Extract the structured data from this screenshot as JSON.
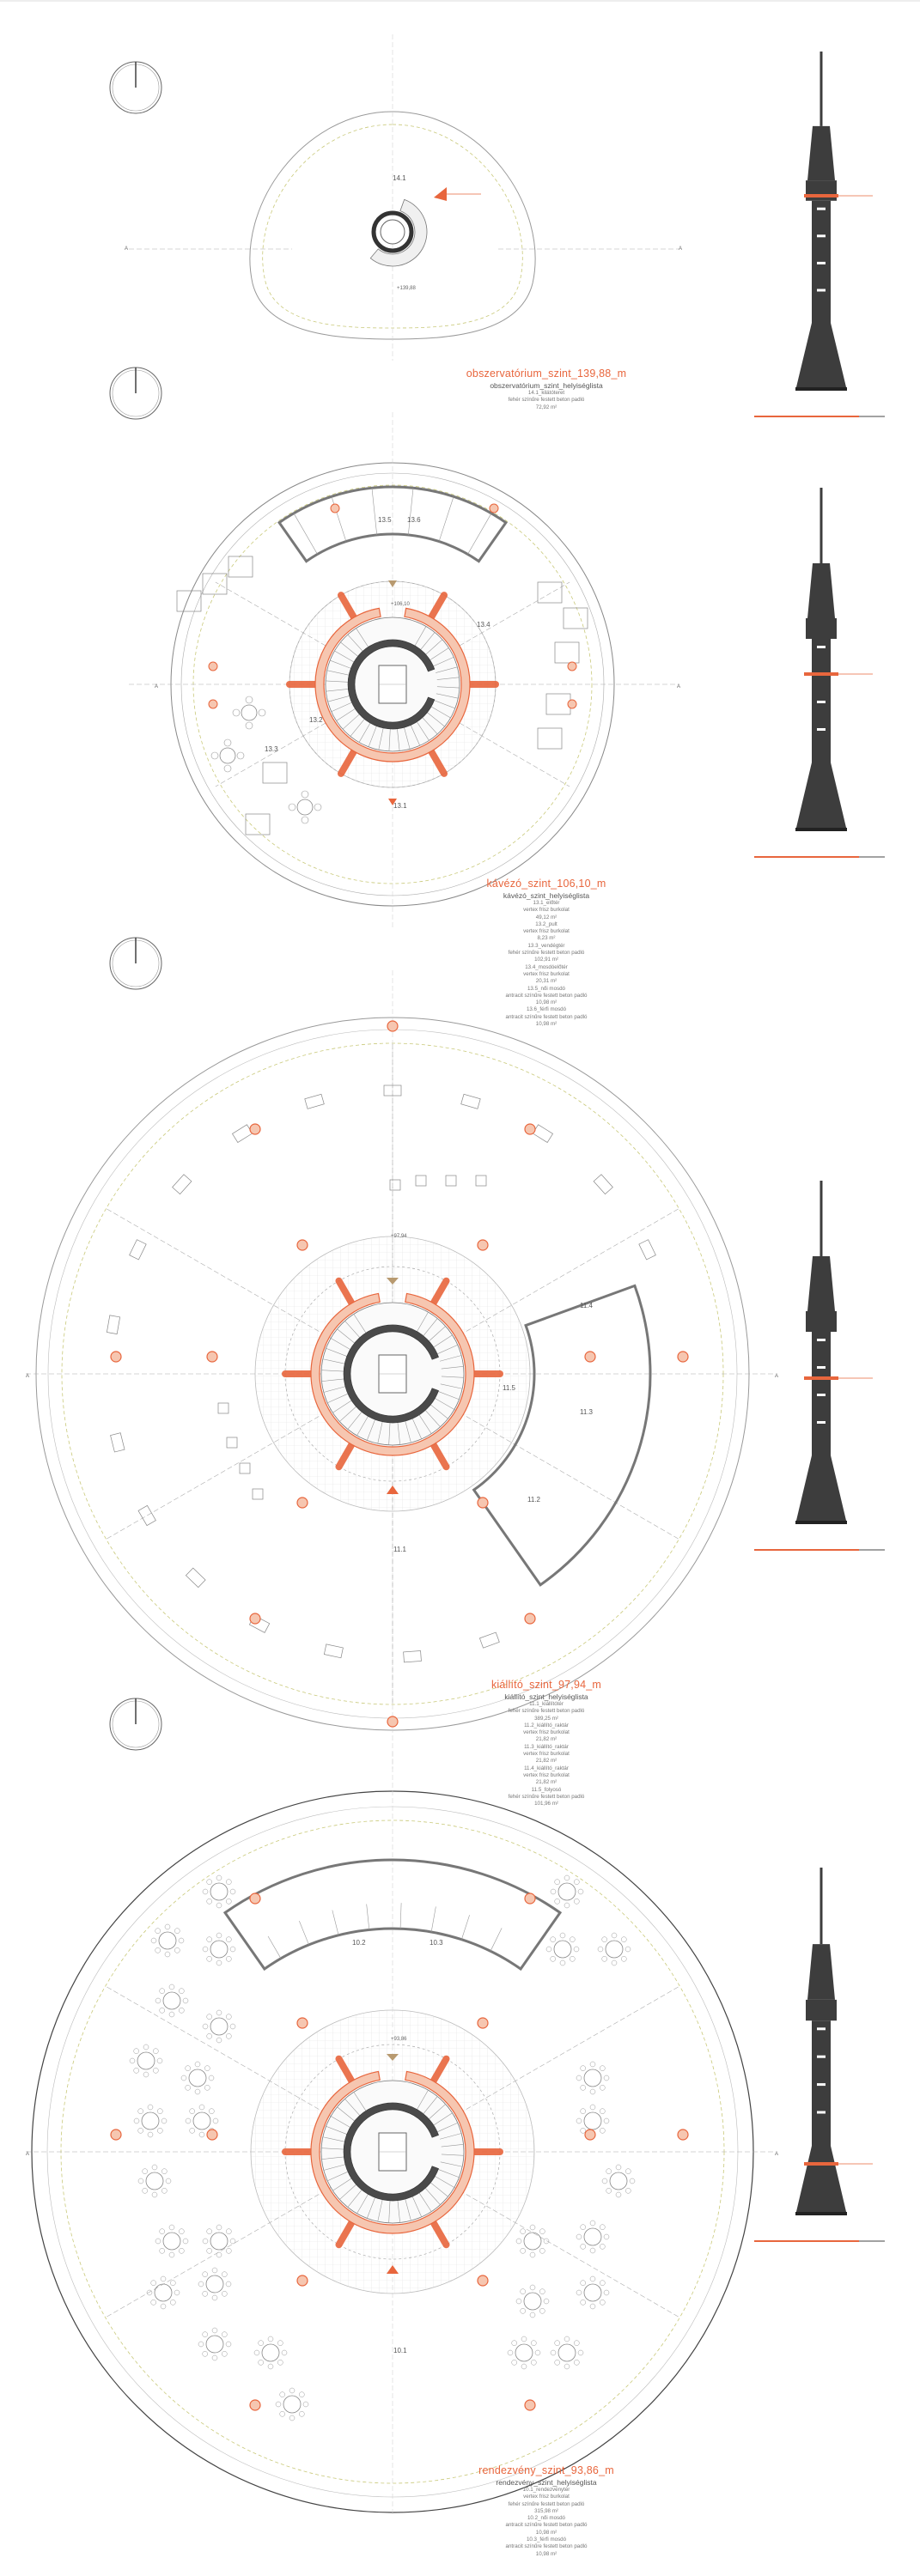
{
  "section_marker": "A",
  "levels": [
    {
      "id": "observatory",
      "title": "obszervatórium_szint_139,88_m",
      "subtitle": "obszervatórium_szint_helyiséglista",
      "rooms": [
        "14.1_kilátóteret",
        "fehér színűre festett beton padló",
        "72,92 m²"
      ],
      "labels": [
        "14.1",
        "+139,88"
      ]
    },
    {
      "id": "cafe",
      "title": "kávézó_szint_106,10_m",
      "subtitle": "kávézó_szint_helyiséglista",
      "rooms": [
        "13.1_előtér",
        "vertex frisz burkolat",
        "49,12 m²",
        "13.2_pult",
        "vertex frisz burkolat",
        "8,23 m²",
        "13.3_vendégtér",
        "fehér színűre festett beton padló",
        "102,91 m²",
        "13.4_mosdóelőtér",
        "vertex frisz burkolat",
        "20,31 m²",
        "13.5_női mosdó",
        "antracit színűre festett beton padló",
        "10,98 m²",
        "13.6_férfi mosdó",
        "antracit színűre festett beton padló",
        "10,98 m²"
      ],
      "labels": [
        "13.1",
        "13.2",
        "13.3",
        "13.4",
        "13.5",
        "13.6",
        "+106,10"
      ]
    },
    {
      "id": "exhibition",
      "title": "kiállító_szint_97,94_m",
      "subtitle": "kiállító_szint_helyiséglista",
      "rooms": [
        "11.1_kiállítótér",
        "fehér színűre festett beton padló",
        "389,25 m²",
        "11.2_kiállító_raktár",
        "vertex frisz burkolat",
        "21,82 m²",
        "11.3_kiállító_raktár",
        "vertex frisz burkolat",
        "21,82 m²",
        "11.4_kiállító_raktár",
        "vertex frisz burkolat",
        "21,82 m²",
        "11.5_folyosó",
        "fehér színűre festett beton padló",
        "101,96 m²"
      ],
      "labels": [
        "11.1",
        "11.2",
        "11.3",
        "11.4",
        "11.5",
        "+97,94"
      ]
    },
    {
      "id": "event",
      "title": "rendezvény_szint_93,86_m",
      "subtitle": "rendezvény_szint_helyiséglista",
      "rooms": [
        "10.1_rendezvénytér",
        "vertex frisz burkolat",
        "fehér színűre festett beton padló",
        "315,98 m²",
        "10.2_női mosdó",
        "antracit színűre festett beton padló",
        "10,98 m²",
        "10.3_férfi mosdó",
        "antracit színűre festett beton padló",
        "10,98 m²"
      ],
      "labels": [
        "10.1",
        "10.2",
        "10.3",
        "+93,86"
      ]
    }
  ],
  "colors": {
    "accent": "#e8663d",
    "accent_fill": "#f6c6b0",
    "tower": "#3d3d3d",
    "line": "#9a9a9a",
    "dashed": "#c9c97a"
  }
}
